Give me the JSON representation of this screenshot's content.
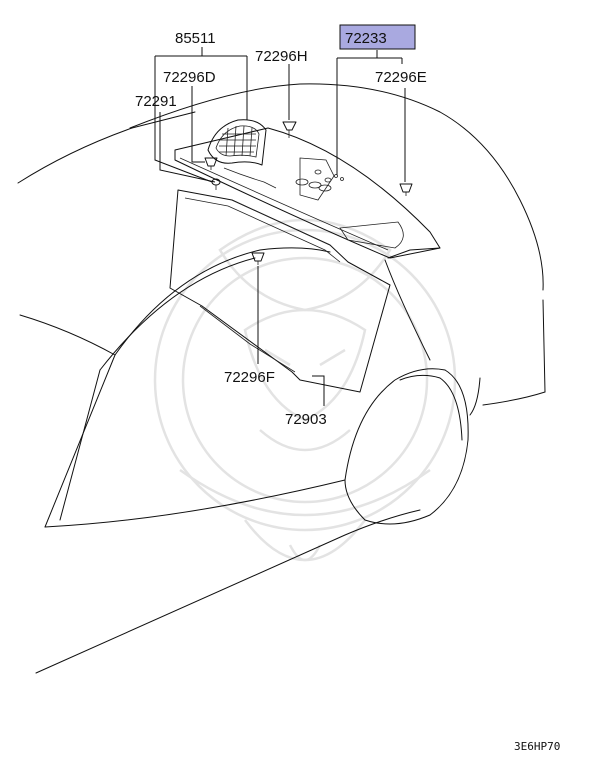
{
  "parts": {
    "p85511": "85511",
    "p72296D": "72296D",
    "p72291": "72291",
    "p72296H": "72296H",
    "p72233": "72233",
    "p72296E": "72296E",
    "p72296F": "72296F",
    "p72903": "72903"
  },
  "highlight_color": "#a9a9e0",
  "diagram_code": "3E6HP70"
}
